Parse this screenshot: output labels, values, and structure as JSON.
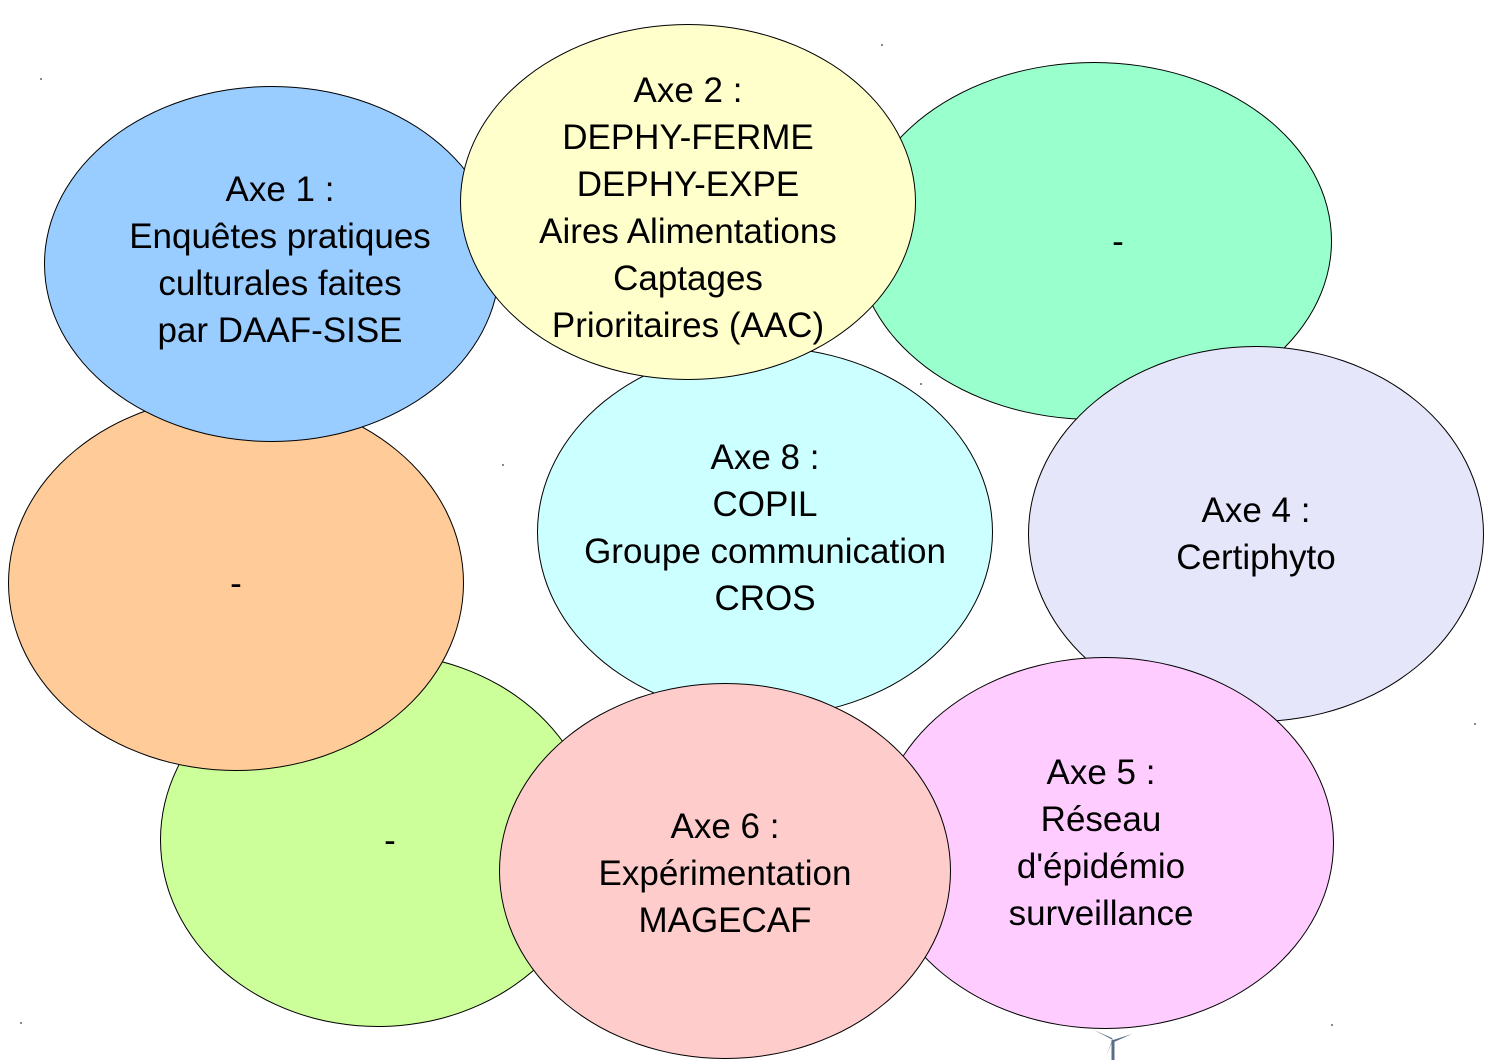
{
  "colors": {
    "blue": "#99ccff",
    "yellow": "#ffffcc",
    "mint": "#99ffcc",
    "orange": "#ffcc99",
    "cyan": "#ccffff",
    "lavender": "#e6e6fa",
    "left_green": "#ccff99",
    "rose": "#ffcccc",
    "pink": "#ffccff",
    "outline": "#000000"
  },
  "ellipses": {
    "axe1": [
      "Axe 1 :",
      "Enquêtes pratiques",
      "culturales faites",
      "par DAAF-SISE"
    ],
    "axe2": [
      "Axe 2 :",
      "DEPHY-FERME",
      "DEPHY-EXPE",
      "Aires Alimentations",
      "Captages",
      "Prioritaires (AAC)"
    ],
    "mint": [
      "-"
    ],
    "orange": [
      "-"
    ],
    "axe8": [
      "Axe 8 :",
      "COPIL",
      "Groupe communication",
      "CROS"
    ],
    "axe4": [
      "Axe 4 :",
      "Certiphyto"
    ],
    "left_green": [
      "-"
    ],
    "axe6": [
      "Axe 6 :",
      "Expérimentation",
      "MAGECAF"
    ],
    "axe5": [
      "Axe 5 :",
      "Réseau",
      "d'épidémio",
      "surveillance"
    ]
  },
  "icons": {
    "bottom_logo": "wind-turbine-icon"
  }
}
